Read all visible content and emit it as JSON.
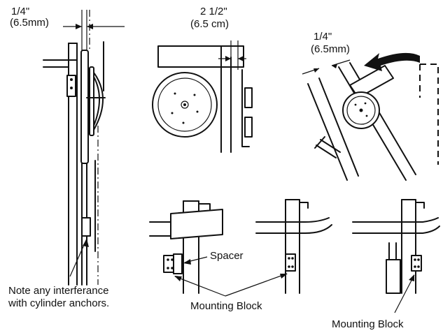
{
  "labels": {
    "dim_left_in": "1/4\"",
    "dim_left_mm": "(6.5mm)",
    "dim_mid_in": "2 1/2\"",
    "dim_mid_cm": "(6.5 cm)",
    "dim_right_in": "1/4\"",
    "dim_right_mm": "(6.5mm)",
    "spacer": "Spacer",
    "note_line1": "Note any interferance",
    "note_line2": "with cylinder anchors.",
    "mounting_block_1": "Mounting Block",
    "mounting_block_2": "Mounting Block"
  }
}
